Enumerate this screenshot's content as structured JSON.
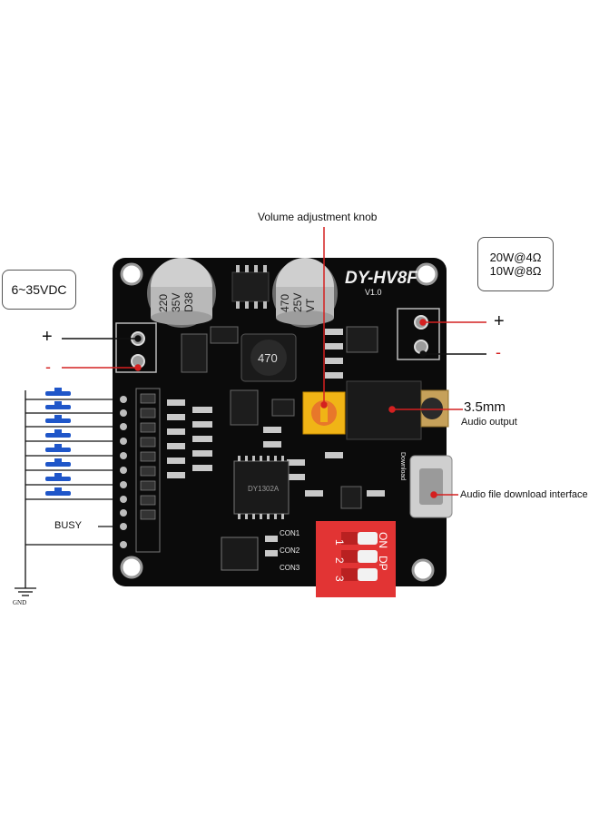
{
  "labels": {
    "volume_knob": "Volume adjustment knob",
    "voltage": "6~35VDC",
    "power_line1": "20W@4Ω",
    "power_line2": "10W@8Ω",
    "plus_left": "+",
    "minus_left": "-",
    "plus_right": "+",
    "minus_right": "-",
    "jack_size": "3.5mm",
    "audio_output": "Audio output",
    "download_interface": "Audio file download interface",
    "busy": "BUSY",
    "gnd": "GND"
  },
  "board": {
    "model": "DY-HV8F",
    "version": "V1.0",
    "cap_left_line1": "220",
    "cap_left_line2": "35V",
    "cap_left_line3": "D38",
    "cap_right_line1": "470",
    "cap_right_line2": "25V",
    "cap_right_line3": "VT",
    "inductor": "470",
    "con1": "CON1",
    "con2": "CON2",
    "con3": "CON3",
    "download_silk": "Download",
    "dip_on": "ON",
    "dip_dp": "DP",
    "dip_1": "1",
    "dip_2": "2",
    "dip_3": "3",
    "chip_text": "DY1302A"
  },
  "colors": {
    "board": "#0b0b0b",
    "arrow_red": "#d42020",
    "wire": "#111111",
    "button_blue": "#1f56c9",
    "dip_red": "#e23434",
    "knob_yellow": "#f0b416",
    "knob_orange": "#e8772a"
  }
}
